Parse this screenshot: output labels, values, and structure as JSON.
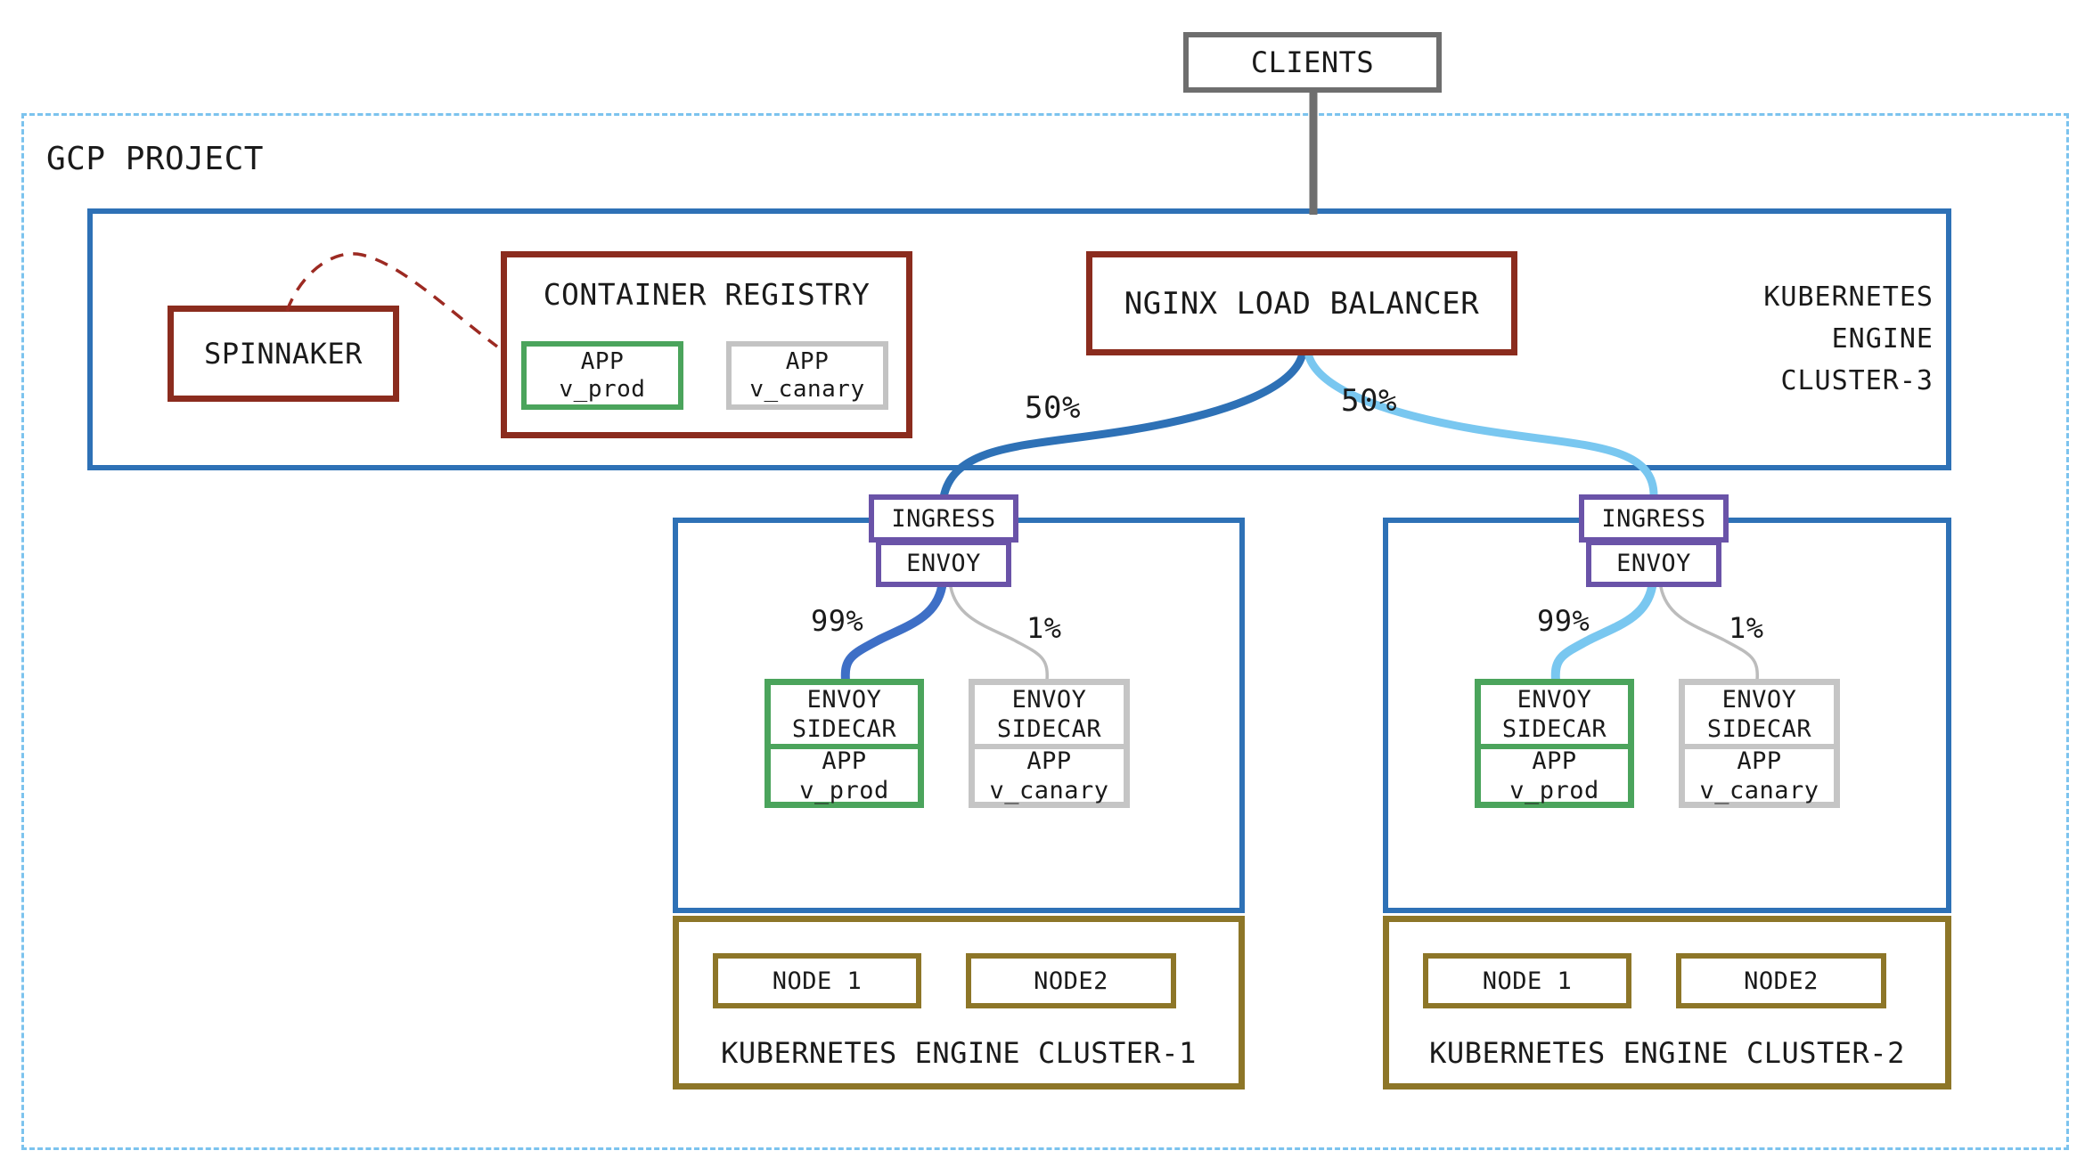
{
  "project": {
    "label": "GCP PROJECT",
    "clients_label": "CLIENTS"
  },
  "spinnaker": {
    "label": "SPINNAKER"
  },
  "registry": {
    "title": "CONTAINER REGISTRY",
    "prod_app": {
      "line1": "APP",
      "line2": "v_prod"
    },
    "canary_app": {
      "line1": "APP",
      "line2": "v_canary"
    }
  },
  "load_balancer": {
    "label": "NGINX LOAD BALANCER"
  },
  "cluster3": {
    "line1": "KUBERNETES",
    "line2": "ENGINE",
    "line3": "CLUSTER-3"
  },
  "traffic": {
    "lb_to_cluster1": "50%",
    "lb_to_cluster2": "50%",
    "c1_prod": "99%",
    "c1_canary": "1%",
    "c2_prod": "99%",
    "c2_canary": "1%"
  },
  "cluster1": {
    "ingress": "INGRESS",
    "envoy": "ENVOY",
    "prod_stack": {
      "top_line1": "ENVOY",
      "top_line2": "SIDECAR",
      "bottom_line1": "APP",
      "bottom_line2": "v_prod"
    },
    "canary_stack": {
      "top_line1": "ENVOY",
      "top_line2": "SIDECAR",
      "bottom_line1": "APP",
      "bottom_line2": "v_canary"
    },
    "node1": "NODE 1",
    "node2": "NODE2",
    "label": "KUBERNETES ENGINE CLUSTER-1"
  },
  "cluster2": {
    "ingress": "INGRESS",
    "envoy": "ENVOY",
    "prod_stack": {
      "top_line1": "ENVOY",
      "top_line2": "SIDECAR",
      "bottom_line1": "APP",
      "bottom_line2": "v_prod"
    },
    "canary_stack": {
      "top_line1": "ENVOY",
      "top_line2": "SIDECAR",
      "bottom_line1": "APP",
      "bottom_line2": "v_canary"
    },
    "node1": "NODE 1",
    "node2": "NODE2",
    "label": "KUBERNETES ENGINE CLUSTER-2"
  },
  "colors": {
    "cluster_blue": "#2e71b6",
    "project_dashed_blue": "#7cc3ee",
    "dark_red": "#8b2c1e",
    "dashed_red_link": "#9c2a22",
    "green": "#4ba45c",
    "canary_gray": "#c5c5c5",
    "purple": "#6a53a8",
    "olive": "#8d7628",
    "clients_gray": "#6e6e6e",
    "traffic_dark_blue": "#2e71b6",
    "traffic_light_blue": "#79c7f0",
    "traffic_royal_blue": "#3e6fc6",
    "traffic_thin_gray": "#bcbcbc"
  }
}
